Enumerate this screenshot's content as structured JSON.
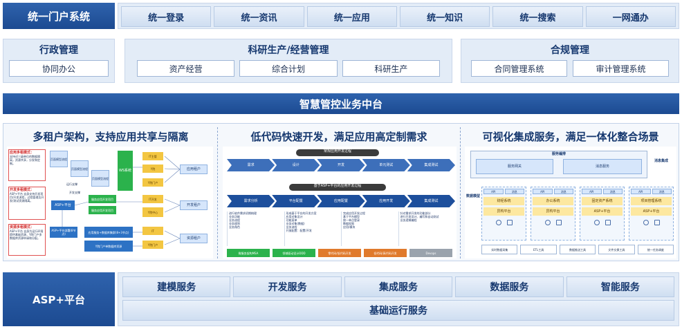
{
  "top_row": {
    "title": "统一门户系统",
    "items": [
      "统一登录",
      "统一资讯",
      "统一应用",
      "统一知识",
      "统一搜索",
      "一网通办"
    ]
  },
  "business": {
    "admin": {
      "title": "行政管理",
      "items": [
        "协同办公"
      ]
    },
    "research": {
      "title": "科研生产/经营管理",
      "items": [
        "资产经营",
        "综合计划",
        "科研生产"
      ]
    },
    "compliance": {
      "title": "合规管理",
      "items": [
        "合同管理系统",
        "审计管理系统"
      ]
    }
  },
  "middle_platform": "智慧管控业务中台",
  "features": {
    "multi_tenant": {
      "heading": "多租户架构，支持应用共享与隔离",
      "side_notes": [
        {
          "title": "应用多租模式：",
          "text": "支持对三级单位的数据隔离，资源共享，分发和定制。"
        },
        {
          "title": "开发多租模式：",
          "text": "ASP+平台 自身支持开发项目/开发流程，过程管理及开发/测试资源隔离。"
        },
        {
          "title": "资源多租模式：",
          "text": "ASP+平台 自身为运行环境提供基础资源，Y院门户多数据库资源申请和分配。"
        }
      ],
      "green_box": "WS系统",
      "blue_boxes": [
        "页面模型流程",
        "页面模型流程",
        "页面模型流程"
      ],
      "small_labels": [
        "开发支撑",
        "运行支撑"
      ],
      "asp_label": "ASP+平台",
      "middle_boxes": [
        "服务应用开发项目",
        "服务应用开发项目"
      ],
      "resource_boxes": [
        "ASP+平台部署(8节点)",
        "应用服务+数据库集群(8+3节点)",
        "Y院门户单数据库资源"
      ],
      "yellow_boxes": [
        "IT主管",
        "Y院",
        "Y院门户",
        "IT开发",
        "Y院中心",
        "IT",
        "Y院门户"
      ],
      "tenant_labels": [
        "应用租户",
        "开发租户",
        "资源租户"
      ]
    },
    "low_code": {
      "heading": "低代码快速开发，满足应用高定制需求",
      "normal_process_title": "常规应用开发过程",
      "normal_steps": [
        "需求",
        "设计",
        "开发",
        "单元测试",
        "集成测试"
      ],
      "asp_process_title": "基于ASP+平台的应用开发过程",
      "asp_steps": [
        "需求分析",
        "平台配置",
        "应用配置",
        "应用开发",
        "集成测试"
      ],
      "column_texts": [
        [
          "进行软件需求初期梳理",
          "业务功能",
          "业务流程",
          "业务规则",
          "业务角色"
        ],
        [
          "形成基于平台的开发方案",
          "应用对象设计",
          "功能菜单",
          "业务对象(数据)",
          "业务流程",
          "开放配置：配置/开发"
        ],
        [
          "完成应用开发过程",
          "基于平台模型",
          "统一单点登录",
          "数据权限",
          "应用/模块"
        ],
        [
          "针对需求开发的功能部分",
          "进行开发设计、编写和自动测试",
          "业务逻辑编程"
        ]
      ],
      "legend": [
        "微服务架构MSA",
        "领域驱动设计DDD",
        "零代码/低代码开发",
        "低代码/高代码开发",
        "Devops"
      ]
    },
    "integration": {
      "heading": "可视化集成服务，满足一体化整合场景",
      "top_bar": "服务编排",
      "sub_boxes": [
        "服务网关",
        "消息服务"
      ],
      "right_label": "消息集成",
      "left_label": "数据模型",
      "systems": [
        {
          "name": "财经系统",
          "platform": "异构平台"
        },
        {
          "name": "办公系统",
          "platform": "异构平台"
        },
        {
          "name": "固定资产系统",
          "platform": "ASP+平台"
        },
        {
          "name": "项目管理系统",
          "platform": "ASP+平台"
        }
      ],
      "api_labels": [
        "API",
        "消息"
      ],
      "tools": [
        "实时数据采集",
        "ETL工具",
        "数据推送工具",
        "文件交换工具",
        "统一任务调度"
      ]
    }
  },
  "bottom": {
    "title": "ASP+平台",
    "services": [
      "建模服务",
      "开发服务",
      "集成服务",
      "数据服务",
      "智能服务"
    ],
    "base": "基础运行服务"
  }
}
